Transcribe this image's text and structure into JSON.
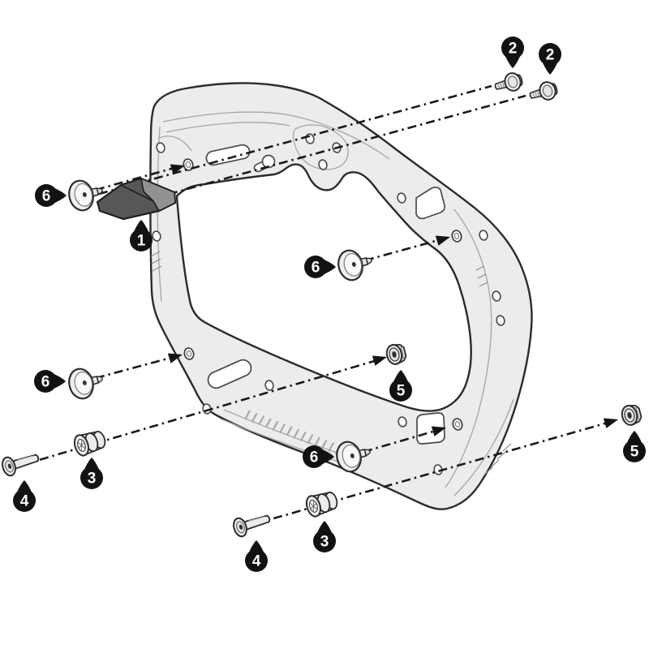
{
  "diagram": {
    "kind": "exploded-assembly-diagram",
    "subject": "side-case adapter plate with mounting hardware",
    "background": "#ffffff"
  },
  "colors": {
    "outline": "#2b2b2b",
    "plate_fill": "#ebecec",
    "detail_line": "#a5a5a5",
    "axis_line": "#1a1a1a",
    "badge_bg": "#121212",
    "badge_text": "#ffffff",
    "part_fill": "#f0f0f0",
    "wedge_dark": "#575757",
    "wedge_light": "#919191"
  },
  "parts": [
    {
      "number": "1",
      "name": "adapter-wedge",
      "quantity_shown": 1
    },
    {
      "number": "2",
      "name": "flange-screw",
      "quantity_shown": 2
    },
    {
      "number": "3",
      "name": "spacer-roller",
      "quantity_shown": 2
    },
    {
      "number": "4",
      "name": "countersunk-bolt",
      "quantity_shown": 2
    },
    {
      "number": "5",
      "name": "flange-nut",
      "quantity_shown": 2
    },
    {
      "number": "6",
      "name": "rubber-buffer-stud",
      "quantity_shown": 4
    }
  ],
  "callouts": [
    {
      "label": "2",
      "part": "flange-screw"
    },
    {
      "label": "2",
      "part": "flange-screw"
    },
    {
      "label": "6",
      "part": "rubber-buffer-stud"
    },
    {
      "label": "1",
      "part": "adapter-wedge"
    },
    {
      "label": "6",
      "part": "rubber-buffer-stud"
    },
    {
      "label": "6",
      "part": "rubber-buffer-stud"
    },
    {
      "label": "5",
      "part": "flange-nut"
    },
    {
      "label": "6",
      "part": "rubber-buffer-stud"
    },
    {
      "label": "5",
      "part": "flange-nut"
    },
    {
      "label": "3",
      "part": "spacer-roller"
    },
    {
      "label": "4",
      "part": "countersunk-bolt"
    },
    {
      "label": "3",
      "part": "spacer-roller"
    },
    {
      "label": "4",
      "part": "countersunk-bolt"
    }
  ]
}
